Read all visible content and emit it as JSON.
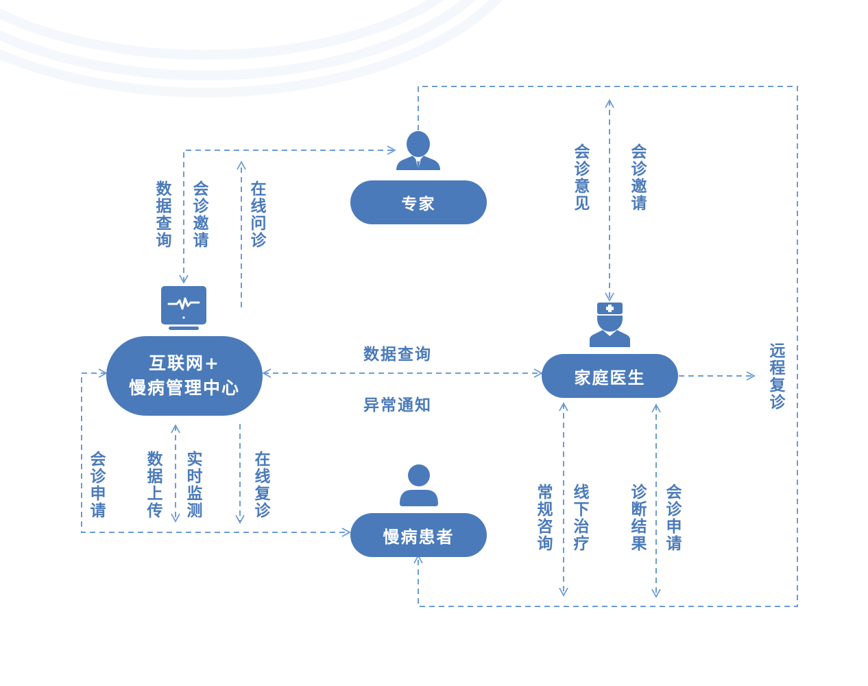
{
  "colors": {
    "node_fill": "#4a7aba",
    "node_text": "#ffffff",
    "label_text": "#4a7aba",
    "connector": "#6b9bd6",
    "background": "#ffffff"
  },
  "nodes": {
    "center": {
      "line1": "互联网+",
      "line2": "慢病管理中心",
      "icon": "monitor-heartbeat-icon"
    },
    "expert": {
      "label": "专家",
      "icon": "businessman-icon"
    },
    "doctor": {
      "label": "家庭医生",
      "icon": "doctor-icon"
    },
    "patient": {
      "label": "慢病患者",
      "icon": "person-icon"
    }
  },
  "labels": {
    "center_expert_query": "数据查询",
    "center_expert_invite": "会诊邀请",
    "expert_center_online": "在线问诊",
    "doctor_expert_opinion": "会诊意见",
    "doctor_expert_invite": "会诊邀请",
    "center_doctor_query": "数据查询",
    "center_doctor_alert": "异常通知",
    "remote_followup": "远程复诊",
    "patient_center_apply": "会诊申请",
    "patient_center_upload": "数据上传",
    "center_patient_monitor": "实时监测",
    "center_patient_followup": "在线复诊",
    "patient_doctor_consult": "常规咨询",
    "patient_doctor_offline": "线下治疗",
    "doctor_patient_result": "诊断结果",
    "doctor_patient_apply": "会诊申请"
  }
}
